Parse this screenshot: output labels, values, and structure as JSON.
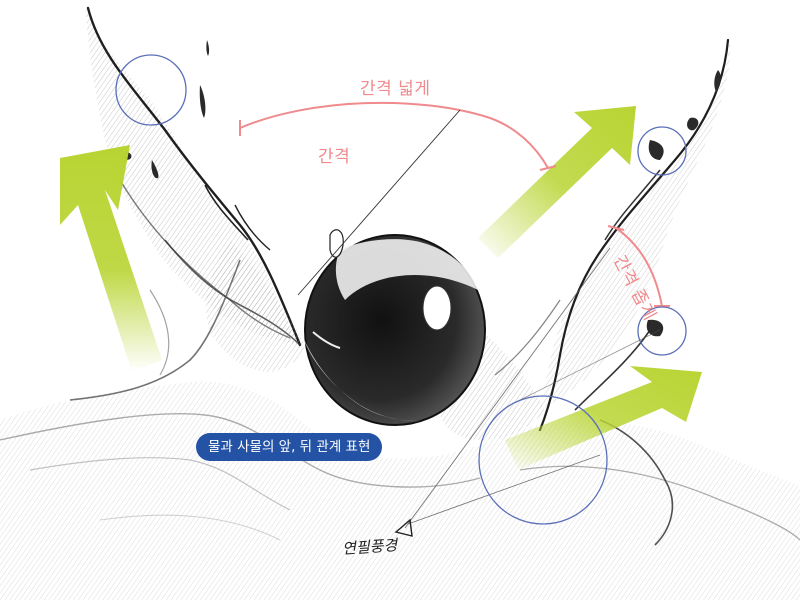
{
  "annotations": {
    "gap_wide": "간격 넓게",
    "gap": "간격",
    "gap_narrow": "간격 좁게"
  },
  "caption": "물과 사물의 앞, 뒤 관계 표현",
  "signature": "연필풍경",
  "colors": {
    "arrow_green": "#b8d432",
    "annotation_pink": "#ef8a8d",
    "circle_blue": "#5a6fb8",
    "caption_bg": "#2452a5",
    "caption_text": "#ffffff",
    "pencil": "#222222"
  },
  "icons": {
    "arrows": "arrow-icon",
    "highlight_circles": "circle-icon",
    "pointer": "triangle-pointer-icon"
  }
}
